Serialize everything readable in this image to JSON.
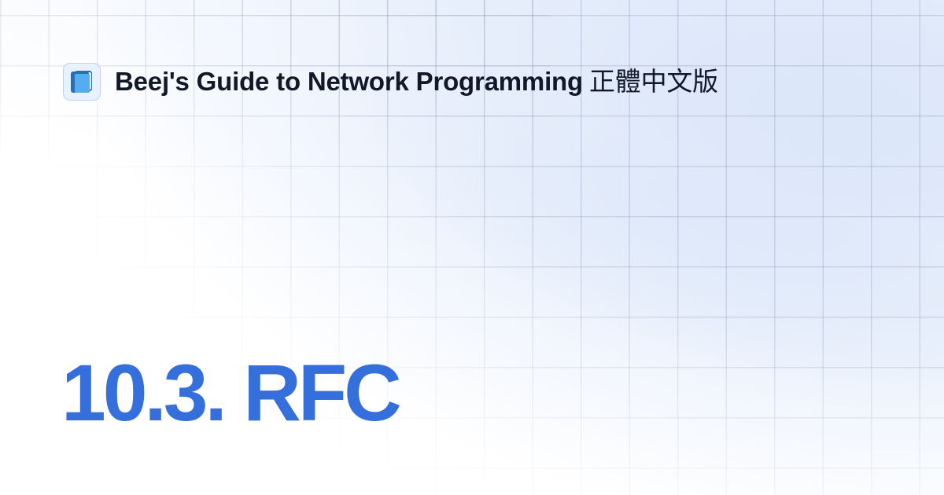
{
  "header": {
    "logo_icon": "blue-book-icon",
    "site_title_en": "Beej's Guide to Network Programming",
    "site_title_zh": "正體中文版"
  },
  "page": {
    "heading": "10.3. RFC"
  },
  "colors": {
    "heading": "#356fdb",
    "title_text": "#111827",
    "accent_corner": "#9bb6ed",
    "logo_box_fill": "#e8f1fd",
    "logo_box_border": "#b9d1f4",
    "book_cover": "#55acee",
    "book_spine": "#2c6fb0"
  }
}
